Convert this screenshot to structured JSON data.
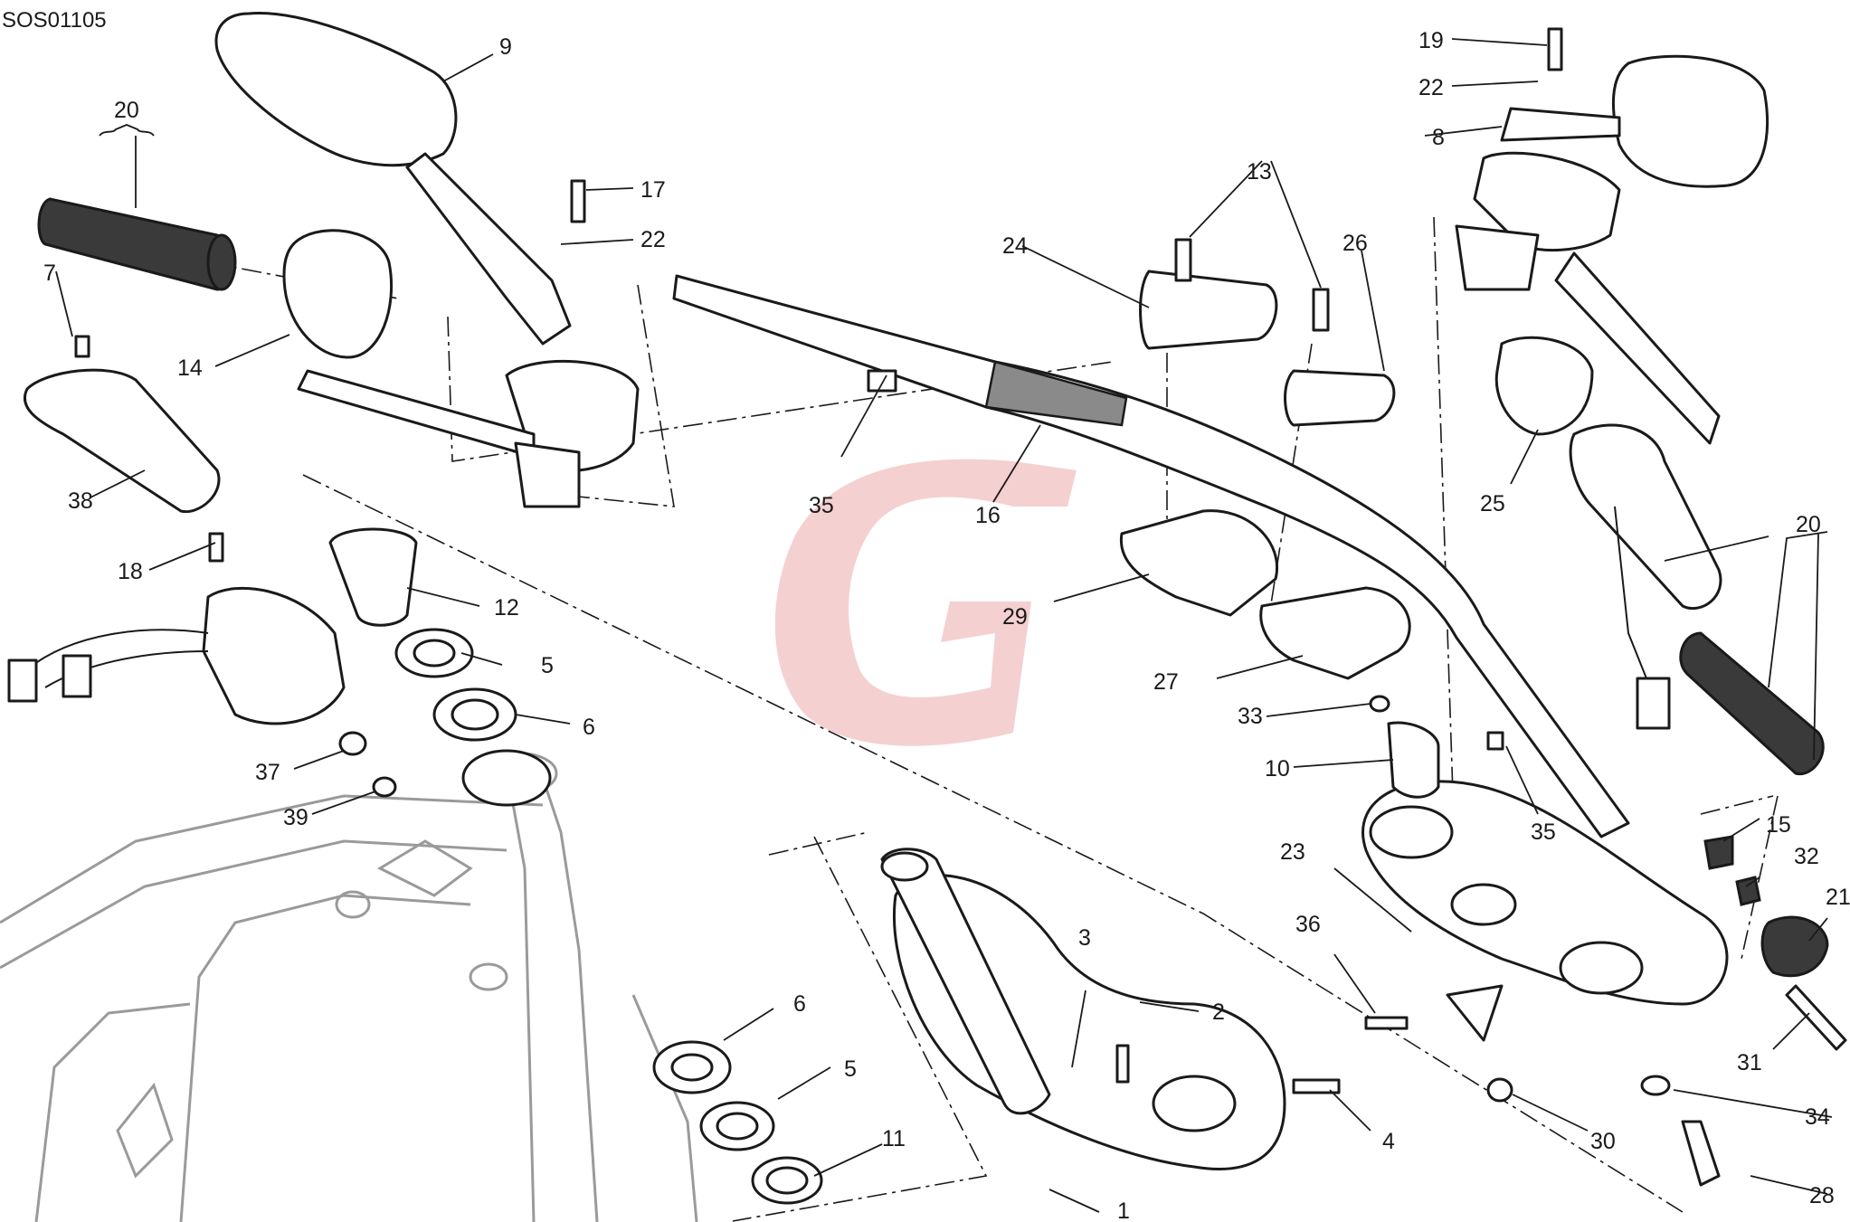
{
  "diagram": {
    "code": "SOS01105",
    "callouts": [
      {
        "id": "c1",
        "label": "1"
      },
      {
        "id": "c2",
        "label": "2"
      },
      {
        "id": "c3",
        "label": "3"
      },
      {
        "id": "c4",
        "label": "4"
      },
      {
        "id": "c5a",
        "label": "5"
      },
      {
        "id": "c5b",
        "label": "5"
      },
      {
        "id": "c6a",
        "label": "6"
      },
      {
        "id": "c6b",
        "label": "6"
      },
      {
        "id": "c7",
        "label": "7"
      },
      {
        "id": "c8",
        "label": "8"
      },
      {
        "id": "c9",
        "label": "9"
      },
      {
        "id": "c10",
        "label": "10"
      },
      {
        "id": "c11",
        "label": "11"
      },
      {
        "id": "c12",
        "label": "12"
      },
      {
        "id": "c13",
        "label": "13"
      },
      {
        "id": "c14",
        "label": "14"
      },
      {
        "id": "c15",
        "label": "15"
      },
      {
        "id": "c16",
        "label": "16"
      },
      {
        "id": "c17",
        "label": "17"
      },
      {
        "id": "c18",
        "label": "18"
      },
      {
        "id": "c19",
        "label": "19"
      },
      {
        "id": "c20a",
        "label": "20"
      },
      {
        "id": "c20b",
        "label": "20"
      },
      {
        "id": "c21",
        "label": "21"
      },
      {
        "id": "c22a",
        "label": "22"
      },
      {
        "id": "c22b",
        "label": "22"
      },
      {
        "id": "c23",
        "label": "23"
      },
      {
        "id": "c24",
        "label": "24"
      },
      {
        "id": "c25",
        "label": "25"
      },
      {
        "id": "c26",
        "label": "26"
      },
      {
        "id": "c27",
        "label": "27"
      },
      {
        "id": "c28",
        "label": "28"
      },
      {
        "id": "c29",
        "label": "29"
      },
      {
        "id": "c30",
        "label": "30"
      },
      {
        "id": "c31",
        "label": "31"
      },
      {
        "id": "c32",
        "label": "32"
      },
      {
        "id": "c33",
        "label": "33"
      },
      {
        "id": "c34",
        "label": "34"
      },
      {
        "id": "c35a",
        "label": "35"
      },
      {
        "id": "c35b",
        "label": "35"
      },
      {
        "id": "c36",
        "label": "36"
      },
      {
        "id": "c37",
        "label": "37"
      },
      {
        "id": "c38",
        "label": "38"
      },
      {
        "id": "c39",
        "label": "39"
      }
    ]
  }
}
